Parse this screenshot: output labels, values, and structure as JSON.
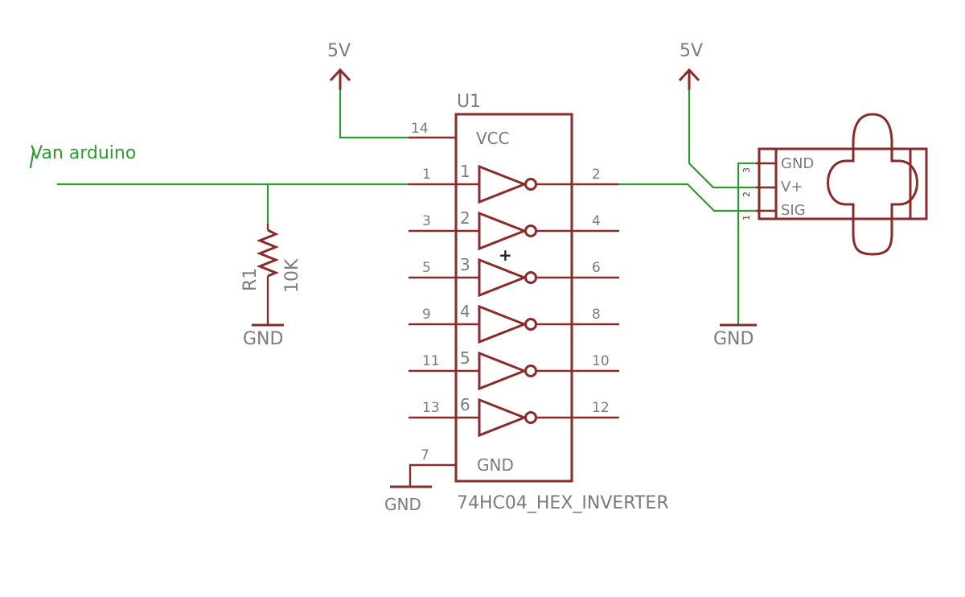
{
  "net_label": "Van arduino",
  "vcc_symbols": {
    "left": "5V",
    "right": "5V"
  },
  "resistor": {
    "name": "R1",
    "value": "10K",
    "gnd": "GND"
  },
  "ic": {
    "designator": "U1",
    "part_name": "74HC04_HEX_INVERTER",
    "vcc_label": "VCC",
    "gnd_label": "GND",
    "vcc_pin": "14",
    "gnd_pin": "7",
    "gnd_symbol": "GND",
    "power_marker": "+",
    "gates": [
      {
        "index": "1",
        "in": "1",
        "out": "2"
      },
      {
        "index": "2",
        "in": "3",
        "out": "4"
      },
      {
        "index": "3",
        "in": "5",
        "out": "6"
      },
      {
        "index": "4",
        "in": "9",
        "out": "8"
      },
      {
        "index": "5",
        "in": "11",
        "out": "10"
      },
      {
        "index": "6",
        "in": "13",
        "out": "12"
      }
    ]
  },
  "servo": {
    "pins": [
      "GND",
      "V+",
      "SIG"
    ],
    "pin_numbers": [
      "3",
      "2",
      "1"
    ],
    "gnd_symbol": "GND"
  },
  "colors": {
    "wire": "#2f9a2f",
    "part": "#8a2b2b",
    "label": "#7b7b7b"
  }
}
